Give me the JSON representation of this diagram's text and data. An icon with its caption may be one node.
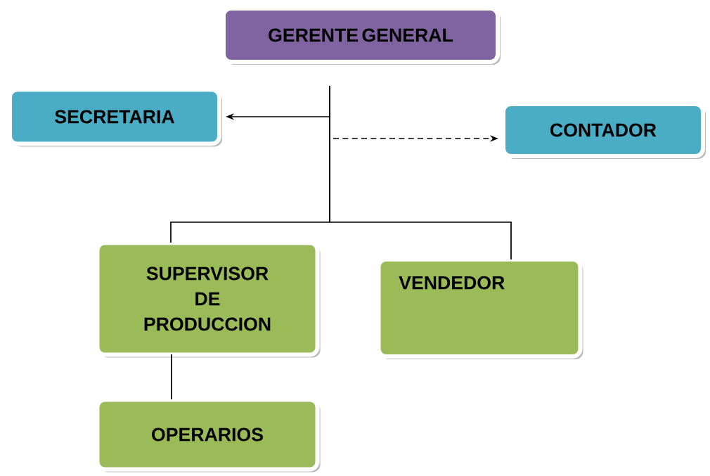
{
  "diagram": {
    "nodes": [
      {
        "text": [
          "GERENTE GENERAL"
        ]
      },
      {
        "text": [
          "SECRETARIA"
        ]
      },
      {
        "text": [
          "CONTADOR"
        ]
      },
      {
        "text": [
          "SUPERVISOR DE PRODUCCION"
        ]
      },
      {
        "text": [
          "VENDEDOR"
        ]
      },
      {
        "text": [
          "OPERARIOS"
        ]
      }
    ],
    "edges": [
      {
        "from": 0,
        "to": 1,
        "arrow": "to"
      },
      {
        "from": 0,
        "to": 2,
        "arrow": "to",
        "style": "dashed"
      },
      {
        "from": 0,
        "to": 3,
        "arrow": "none"
      },
      {
        "from": 0,
        "to": 4,
        "arrow": "none"
      },
      {
        "from": 3,
        "to": 5,
        "arrow": "none"
      }
    ]
  }
}
